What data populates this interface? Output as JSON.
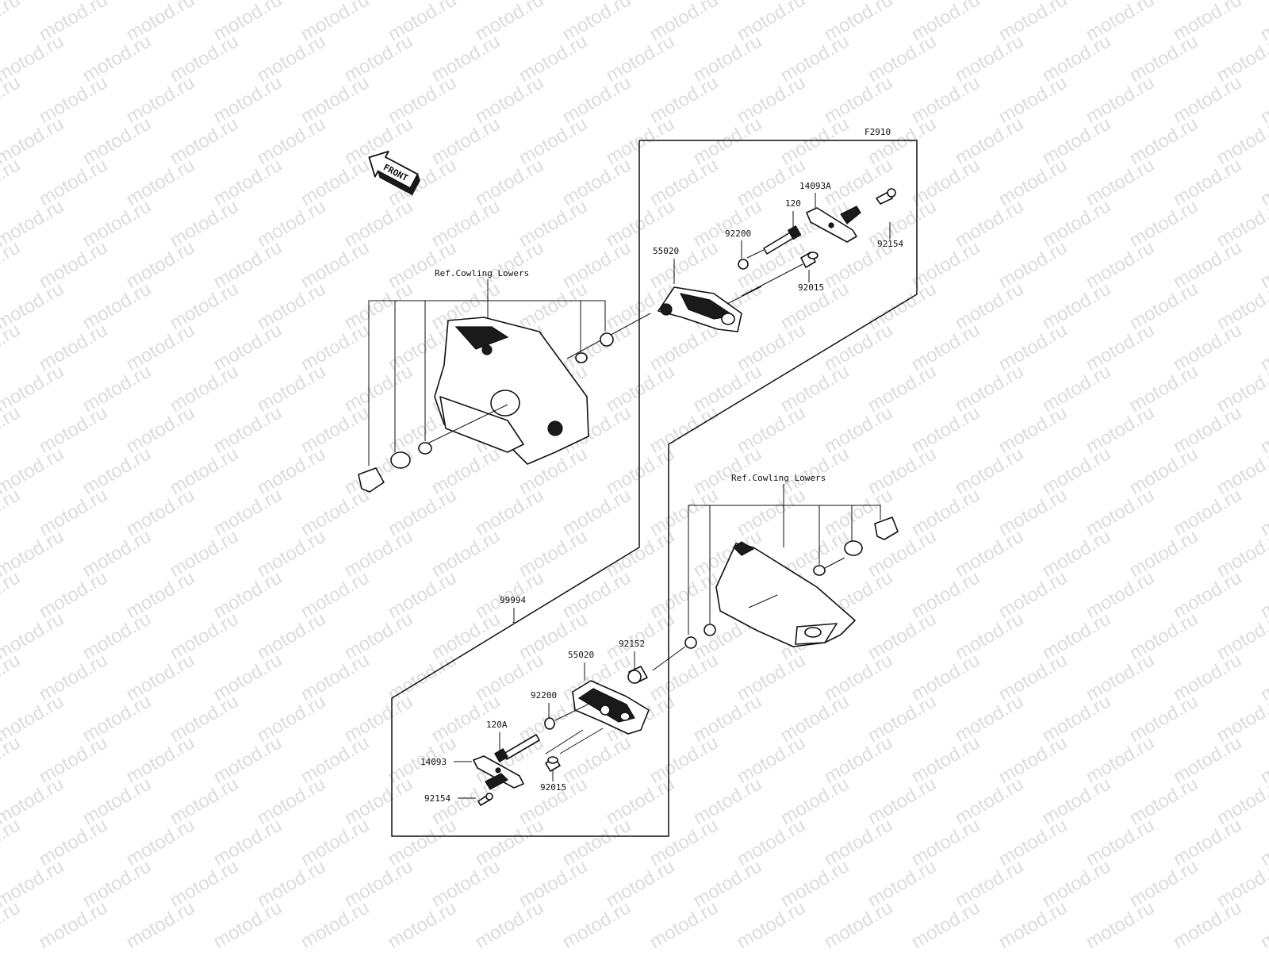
{
  "watermark": "motod.ru",
  "figure_code": "F2910",
  "front_badge": "FRONT",
  "ref_labels": {
    "upper": "Ref.Cowling Lowers",
    "lower": "Ref.Cowling Lowers"
  },
  "kit_label": "99994",
  "parts_upper": {
    "plate": "14093A",
    "bolt": "120",
    "washer": "92200",
    "screw": "92154",
    "slider": "55020",
    "collar": "92015"
  },
  "parts_lower": {
    "spacer": "92152",
    "slider": "55020",
    "washer": "92200",
    "bolt": "120A",
    "plate": "14093",
    "screw": "92154",
    "collar": "92015"
  }
}
